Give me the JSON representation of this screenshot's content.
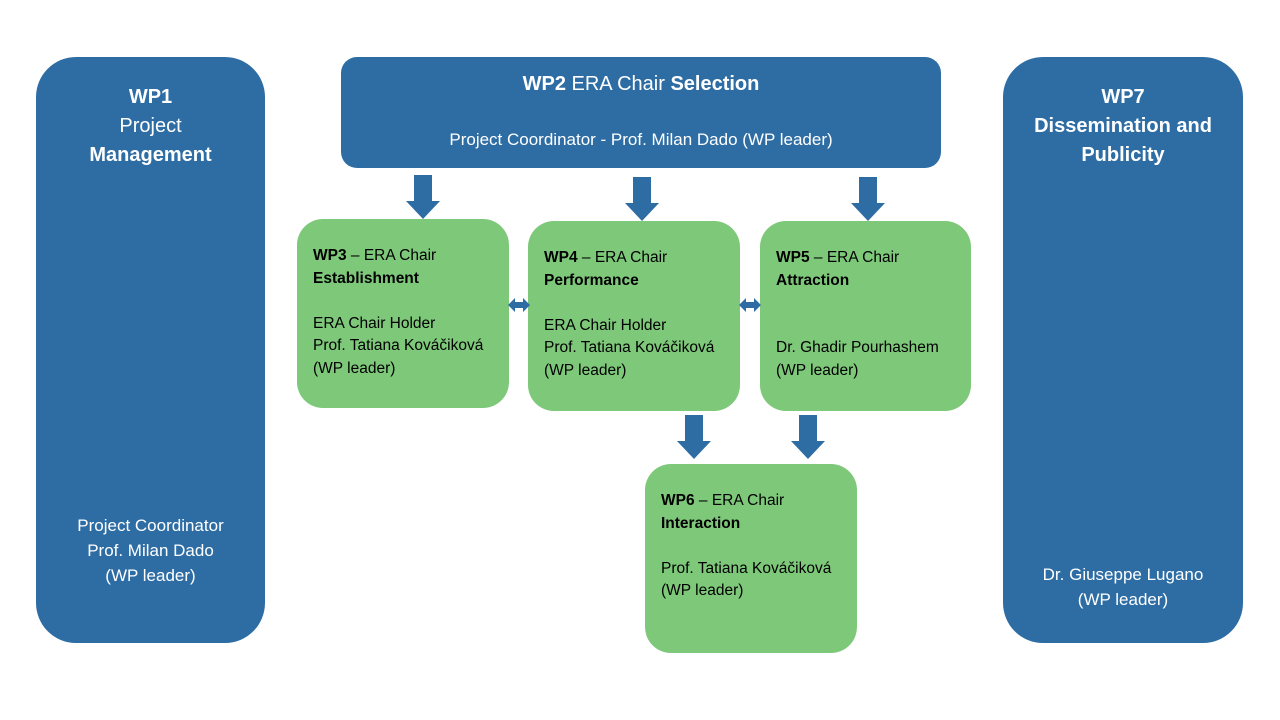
{
  "colors": {
    "blue": "#2e6da4",
    "green": "#7ec87a",
    "arrow": "#2e6da4"
  },
  "wp1": {
    "id": "WP1",
    "title_line1": "Project",
    "title_line2": "Management",
    "leader_lines": [
      "Project Coordinator",
      "Prof. Milan Dado",
      "(WP leader)"
    ]
  },
  "wp2": {
    "id": "WP2",
    "title_mid": "ERA Chair",
    "title_end": "Selection",
    "subtitle": "Project Coordinator - Prof. Milan Dado (WP leader)"
  },
  "wp3": {
    "id": "WP3",
    "title_rest": " – ERA Chair",
    "title_bold": "Establishment",
    "lines": [
      "ERA Chair Holder",
      "Prof. Tatiana Kováčiková",
      "(WP leader)"
    ]
  },
  "wp4": {
    "id": "WP4",
    "title_rest": " – ERA Chair",
    "title_bold": "Performance",
    "lines": [
      "ERA Chair Holder",
      "Prof. Tatiana Kováčiková",
      "(WP leader)"
    ]
  },
  "wp5": {
    "id": "WP5",
    "title_rest": " – ERA Chair",
    "title_bold": "Attraction",
    "lines": [
      "Dr. Ghadir Pourhashem",
      "(WP leader)"
    ]
  },
  "wp6": {
    "id": "WP6",
    "title_rest": " – ERA Chair",
    "title_bold": "Interaction",
    "lines": [
      "Prof. Tatiana Kováčiková",
      "(WP leader)"
    ]
  },
  "wp7": {
    "id": "WP7",
    "title_line1": "Dissemination and",
    "title_line2": "Publicity",
    "leader_lines": [
      "Dr. Giuseppe Lugano",
      "(WP leader)"
    ]
  }
}
